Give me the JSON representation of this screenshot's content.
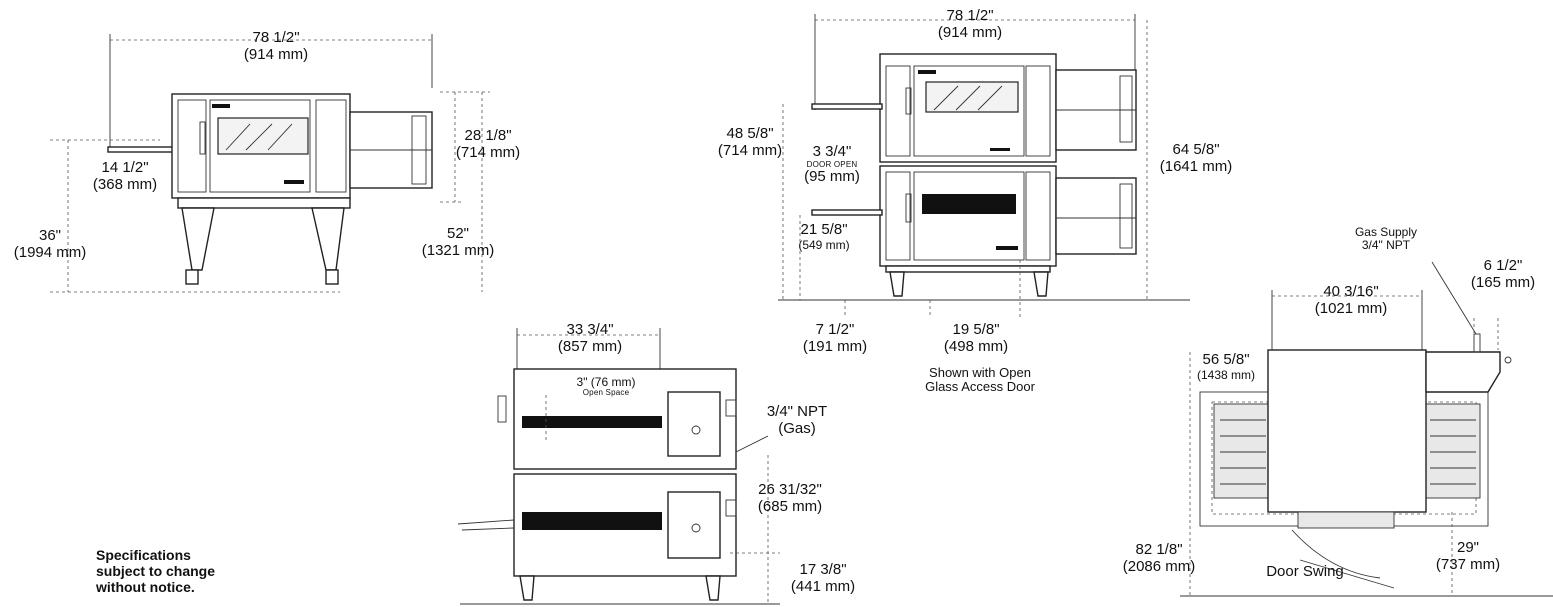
{
  "front_single": {
    "width_in": "78 1/2\"",
    "width_mm": "(914 mm)",
    "cavity_in": "28 1/8\"",
    "cavity_mm": "(714 mm)",
    "belt_in": "14 1/2\"",
    "belt_mm": "(368 mm)",
    "height_in": "36\"",
    "height_mm": "(1994 mm)",
    "total_in": "52\"",
    "total_mm": "(1321 mm)"
  },
  "front_double": {
    "width_in": "78 1/2\"",
    "width_mm": "(914 mm)",
    "upper_in": "48 5/8\"",
    "upper_mm": "(714 mm)",
    "door_in": "3 3/4\"",
    "door_caption": "DOOR OPEN",
    "door_mm": "(95 mm)",
    "belt_in": "21 5/8\"",
    "belt_mm": "(549 mm)",
    "total_in": "64 5/8\"",
    "total_mm": "(1641 mm)",
    "leg_in": "7 1/2\"",
    "leg_mm": "(191 mm)",
    "center_in": "19 5/8\"",
    "center_mm": "(498 mm)",
    "note_line1": "Shown with Open",
    "note_line2": "Glass Access Door"
  },
  "side_view": {
    "depth_in": "33 3/4\"",
    "depth_mm": "(857 mm)",
    "open_in": "3\" (76 mm)",
    "open_caption": "Open Space",
    "npt_in": "3/4\" NPT",
    "npt_caption": "(Gas)",
    "stack_in": "26 31/32\"",
    "stack_mm": "(685 mm)",
    "base_in": "17 3/8\"",
    "base_mm": "(441 mm)"
  },
  "top_view": {
    "gas_line1": "Gas Supply",
    "gas_line2": "3/4\" NPT",
    "offset_in": "6 1/2\"",
    "offset_mm": "(165 mm)",
    "width_in": "40 3/16\"",
    "width_mm": "(1021 mm)",
    "depth_in": "56 5/8\"",
    "depth_mm": "(1438 mm)",
    "overall_in": "82 1/8\"",
    "overall_mm": "(2086 mm)",
    "swing_caption": "Door Swing",
    "clear_in": "29\"",
    "clear_mm": "(737 mm)"
  },
  "footnote": {
    "line1": "Specifications",
    "line2": "subject to change",
    "line3": "without notice."
  }
}
